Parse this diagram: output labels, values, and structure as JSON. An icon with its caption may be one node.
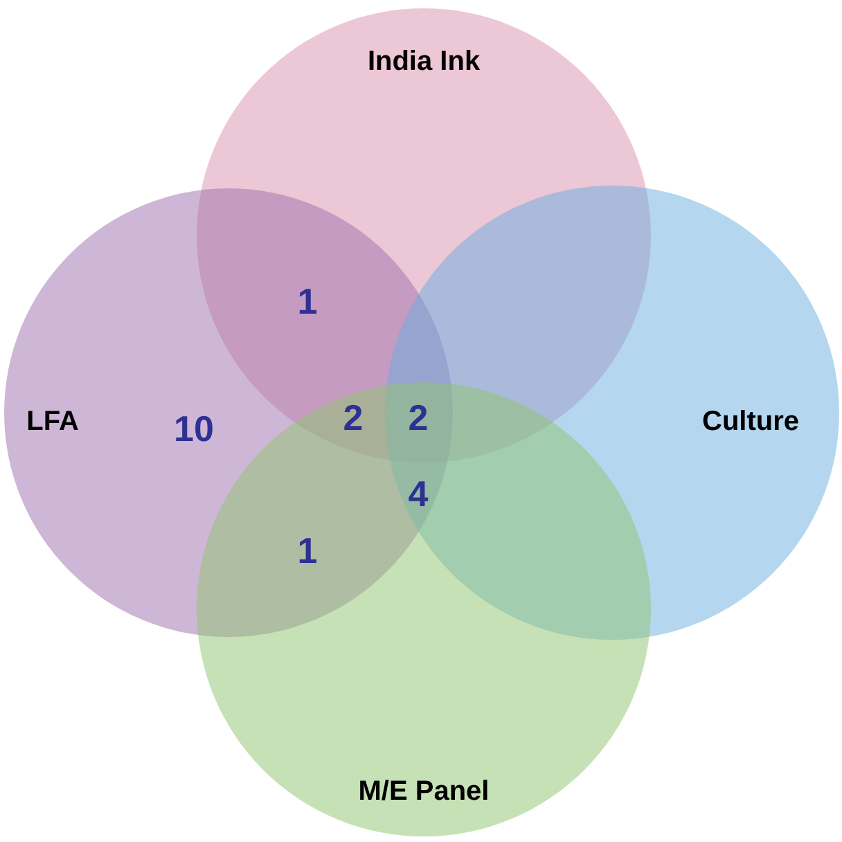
{
  "diagram": {
    "nodes": [
      {
        "text": [
          "India Ink"
        ]
      },
      {
        "text": [
          "LFA"
        ]
      },
      {
        "text": [
          "Culture"
        ]
      },
      {
        "text": [
          "M/E Panel"
        ]
      }
    ],
    "labels": [
      "1",
      "10",
      "2",
      "2",
      "4",
      "1"
    ]
  }
}
